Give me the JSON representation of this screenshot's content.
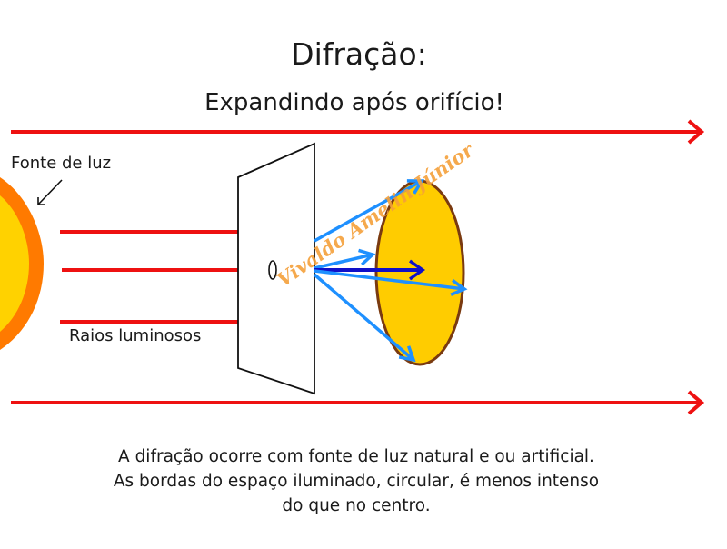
{
  "title": "Difração:",
  "subtitle": "Expandindo após orifício!",
  "labels": {
    "light_source": "Fonte de luz",
    "light_rays": "Raios luminosos"
  },
  "caption": {
    "line1": "A difração ocorre com fonte de luz natural e ou artificial.",
    "line2": "As bordas do espaço iluminado, circular, é menos intenso",
    "line3": "do que no centro."
  },
  "watermark": "Vivaldo Amelin Júnior",
  "colors": {
    "red_arrow": "#ee1111",
    "blue_ray": "#1e90ff",
    "dark_blue_ray": "#1010c8",
    "sun_fill": "#ffd200",
    "sun_rim": "#ff7a00",
    "spot_fill": "#ffcc00",
    "spot_rim": "#7a3a10",
    "watermark": "#f5a03a"
  }
}
